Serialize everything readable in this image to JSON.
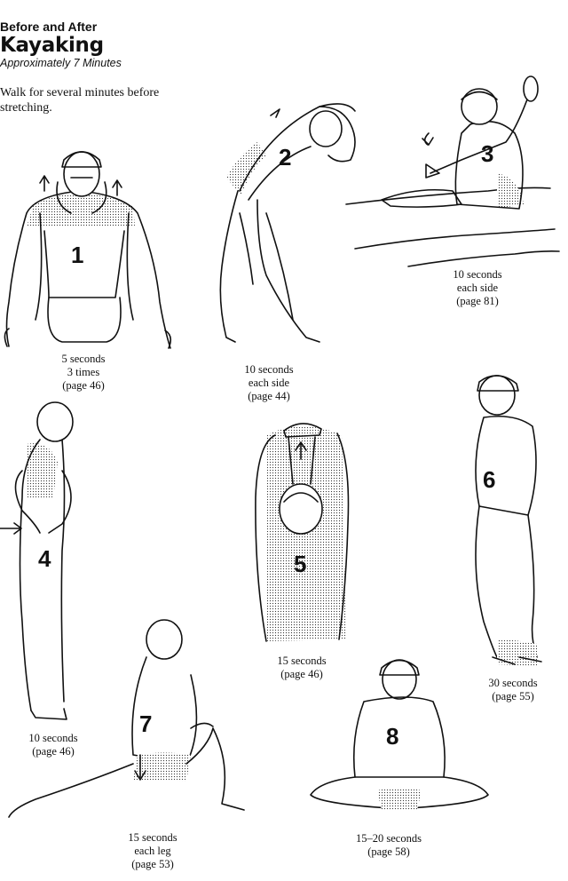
{
  "header": {
    "pretitle": "Before and After",
    "title": "Kayaking",
    "subtitle": "Approximately 7 Minutes"
  },
  "intro": "Walk for several minutes before stretching.",
  "stretches": [
    {
      "number": "1",
      "duration": "5 seconds",
      "detail": "3 times",
      "page": "(page 46)"
    },
    {
      "number": "2",
      "duration": "10 seconds",
      "detail": "each side",
      "page": "(page 44)"
    },
    {
      "number": "3",
      "duration": "10 seconds",
      "detail": "each side",
      "page": "(page 81)"
    },
    {
      "number": "4",
      "duration": "10 seconds",
      "detail": "",
      "page": "(page 46)"
    },
    {
      "number": "5",
      "duration": "15 seconds",
      "detail": "",
      "page": "(page 46)"
    },
    {
      "number": "6",
      "duration": "30 seconds",
      "detail": "",
      "page": "(page 55)"
    },
    {
      "number": "7",
      "duration": "15 seconds",
      "detail": "each leg",
      "page": "(page 53)"
    },
    {
      "number": "8",
      "duration": "15–20 seconds",
      "detail": "",
      "page": "(page 58)"
    }
  ]
}
